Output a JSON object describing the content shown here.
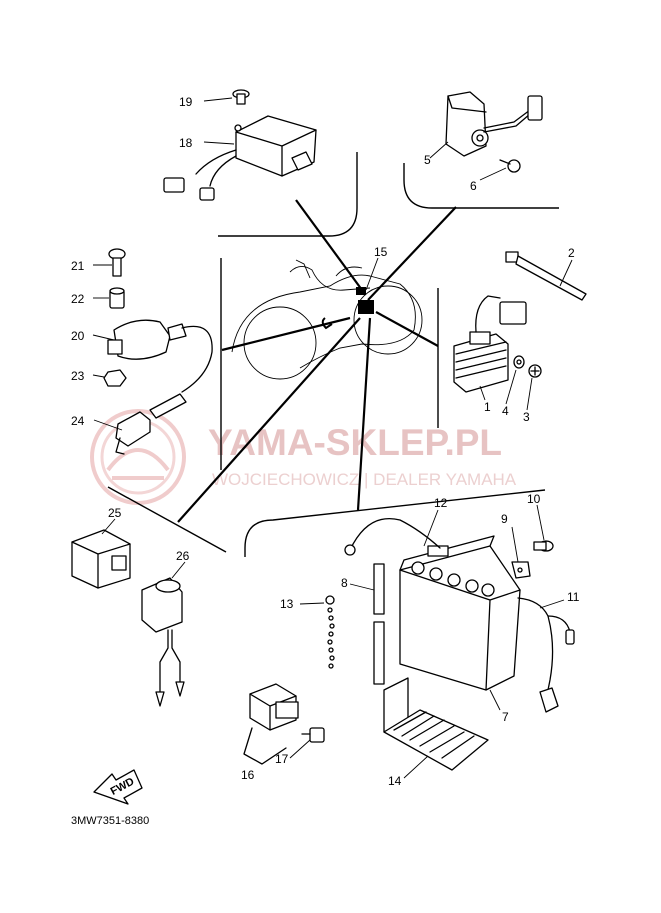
{
  "diagram": {
    "part_number_code": "3MW7351-8380",
    "fwd_label": "FWD",
    "callouts": [
      "1",
      "2",
      "3",
      "4",
      "5",
      "6",
      "7",
      "8",
      "9",
      "10",
      "11",
      "12",
      "13",
      "14",
      "15",
      "16",
      "17",
      "19",
      "18",
      "21",
      "22",
      "20",
      "23",
      "24",
      "25",
      "26"
    ],
    "colors": {
      "ink": "#000000",
      "watermark": "#e7c3c3"
    }
  },
  "watermark": {
    "title": "YAMA-SKLEP.PL",
    "subtitle": "WOJCIECHOWICZ | DEALER YAMAHA"
  }
}
